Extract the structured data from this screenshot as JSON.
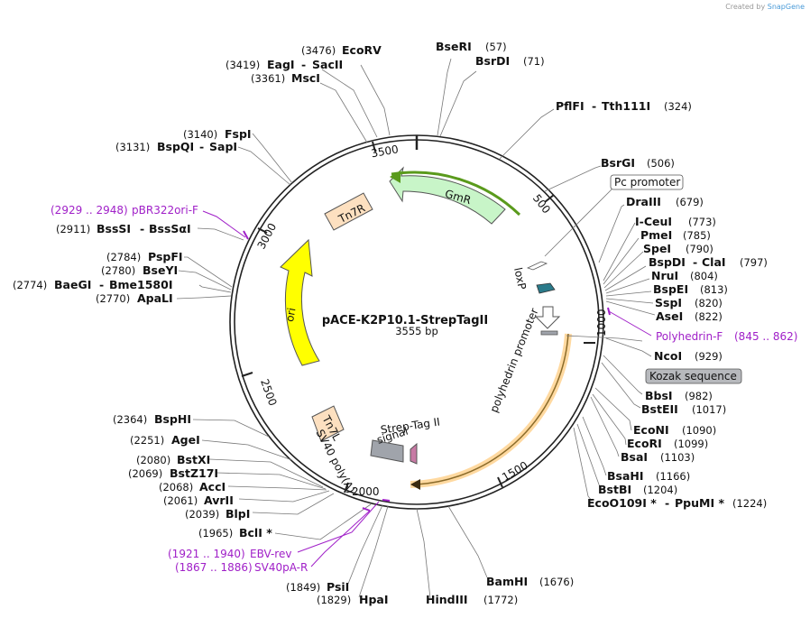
{
  "credit": {
    "created_by": "Created by",
    "brand": "SnapGene"
  },
  "plasmid": {
    "name": "pACE-K2P10.1-StrepTagII",
    "size_label": "3555 bp"
  },
  "tick_labels": [
    "500",
    "1000",
    "1500",
    "2000",
    "2500",
    "3000",
    "3500"
  ],
  "features": {
    "GmR": "GmR",
    "Tn7R": "Tn7R",
    "ori": "ori",
    "Tn7L": "Tn7L",
    "loxP": "loxP",
    "polyhedrin_promoter": "polyhedrin promoter",
    "sv40_line1": "SV40 poly(A)",
    "sv40_line2": "signal",
    "strep_tag": "Strep-Tag II"
  },
  "boxed_labels": {
    "pc_promoter": "Pc promoter",
    "kozak": "Kozak sequence"
  },
  "sites": {
    "EcoRV": {
      "name": "EcoRV",
      "pos": "(3476)"
    },
    "EagI_SacII": {
      "name": "EagI",
      "name2": "SacII",
      "pos": "(3419)"
    },
    "MscI": {
      "name": "MscI",
      "pos": "(3361)"
    },
    "BseRI": {
      "name": "BseRI",
      "pos": "(57)"
    },
    "BsrDI": {
      "name": "BsrDI",
      "pos": "(71)"
    },
    "PflFI": {
      "name": "PflFI",
      "name2": "Tth111I",
      "pos": "(324)"
    },
    "BsrGI": {
      "name": "BsrGI",
      "pos": "(506)"
    },
    "DraIII": {
      "name": "DraIII",
      "pos": "(679)"
    },
    "ICeuI": {
      "name": "I-CeuI",
      "pos": "(773)"
    },
    "PmeI": {
      "name": "PmeI",
      "pos": "(785)"
    },
    "SpeI": {
      "name": "SpeI",
      "pos": "(790)"
    },
    "BspDI": {
      "name": "BspDI",
      "name2": "ClaI",
      "pos": "(797)"
    },
    "NruI": {
      "name": "NruI",
      "pos": "(804)"
    },
    "BspEI": {
      "name": "BspEI",
      "pos": "(813)"
    },
    "SspI": {
      "name": "SspI",
      "pos": "(820)"
    },
    "AseI": {
      "name": "AseI",
      "pos": "(822)"
    },
    "NcoI": {
      "name": "NcoI",
      "pos": "(929)"
    },
    "BbsI": {
      "name": "BbsI",
      "pos": "(982)"
    },
    "BstEII": {
      "name": "BstEII",
      "pos": "(1017)"
    },
    "EcoNI": {
      "name": "EcoNI",
      "pos": "(1090)"
    },
    "EcoRI": {
      "name": "EcoRI",
      "pos": "(1099)"
    },
    "BsaI": {
      "name": "BsaI",
      "pos": "(1103)"
    },
    "BsaHI": {
      "name": "BsaHI",
      "pos": "(1166)"
    },
    "BstBI": {
      "name": "BstBI",
      "pos": "(1204)"
    },
    "EcoO109I": {
      "name": "EcoO109I *",
      "name2": "PpuMI *",
      "pos": "(1224)"
    },
    "BamHI": {
      "name": "BamHI",
      "pos": "(1676)"
    },
    "HindIII": {
      "name": "HindIII",
      "pos": "(1772)"
    },
    "HpaI": {
      "name": "HpaI",
      "pos": "(1829)"
    },
    "PsiI": {
      "name": "PsiI",
      "pos": "(1849)"
    },
    "BclI": {
      "name": "BclI *",
      "pos": "(1965)"
    },
    "BlpI": {
      "name": "BlpI",
      "pos": "(2039)"
    },
    "AvrII": {
      "name": "AvrII",
      "pos": "(2061)"
    },
    "AccI": {
      "name": "AccI",
      "pos": "(2068)"
    },
    "BstZ17I": {
      "name": "BstZ17I",
      "pos": "(2069)"
    },
    "BstXI": {
      "name": "BstXI",
      "pos": "(2080)"
    },
    "AgeI": {
      "name": "AgeI",
      "pos": "(2251)"
    },
    "BspHI": {
      "name": "BspHI",
      "pos": "(2364)"
    },
    "ApaLI": {
      "name": "ApaLI",
      "pos": "(2770)"
    },
    "BaeGI": {
      "name": "BaeGI",
      "name2": "Bme1580I",
      "pos": "(2774)"
    },
    "BseYI": {
      "name": "BseYI",
      "pos": "(2780)"
    },
    "PspFI": {
      "name": "PspFI",
      "pos": "(2784)"
    },
    "BssSI": {
      "name": "BssSI",
      "name2": "BssSαI",
      "pos": "(2911)"
    },
    "BspQI": {
      "name": "BspQI",
      "name2": "SapI",
      "pos": "(3131)"
    },
    "FspI": {
      "name": "FspI",
      "pos": "(3140)"
    }
  },
  "primers": {
    "pBR322ori_F": {
      "name": "pBR322ori-F",
      "range": "(2929 .. 2948)"
    },
    "Polyhedrin_F": {
      "name": "Polyhedrin-F",
      "range": "(845 .. 862)"
    },
    "EBV_rev": {
      "name": "EBV-rev",
      "range": "(1921 .. 1940)"
    },
    "SV40pA_R": {
      "name": "SV40pA-R",
      "range": "(1867 .. 1886)"
    }
  },
  "colors": {
    "GmR": "#c8f5c8",
    "Tn7": "#fde0c0",
    "ori": "#ffff00",
    "polyhedrin": "#ffd9a0",
    "primer": "#a020c8",
    "loxP": "#2a7a8a"
  }
}
